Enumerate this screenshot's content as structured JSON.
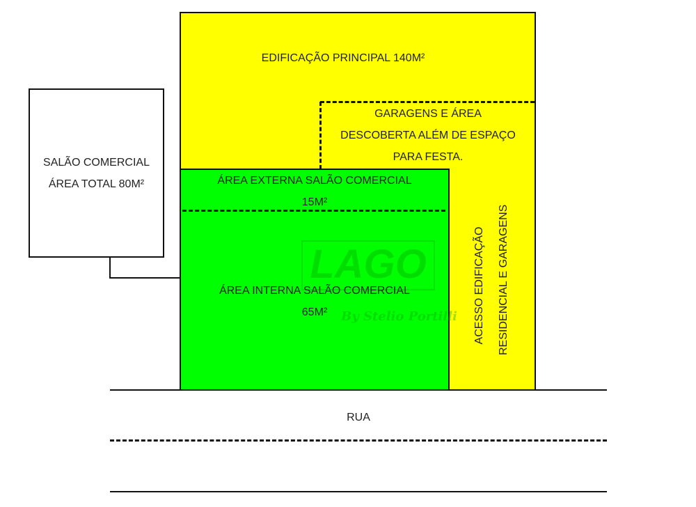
{
  "labels": {
    "main_building": "EDIFICAÇÃO PRINCIPAL 140M²",
    "garages": [
      "GARAGENS E ÁREA",
      "DESCOBERTA ALÉM DE ESPAÇO",
      "PARA FESTA."
    ],
    "shop": [
      "SALÃO COMERCIAL",
      "ÁREA TOTAL 80M²"
    ],
    "external_area": [
      "ÁREA EXTERNA SALÃO COMERCIAL",
      "15M²"
    ],
    "internal_area": [
      "ÁREA INTERNA SALÃO COMERCIAL",
      "65M²"
    ],
    "access": [
      "ACESSO EDIFICAÇÃO",
      "RESIDENCIAL E GARAGENS"
    ],
    "street": "RUA"
  },
  "watermark": {
    "logo": "LAGO",
    "tagline": "By Stelio Portilli"
  },
  "colors": {
    "main_building": "#ffff00",
    "commercial": "#00ff00",
    "border": "#111111"
  }
}
